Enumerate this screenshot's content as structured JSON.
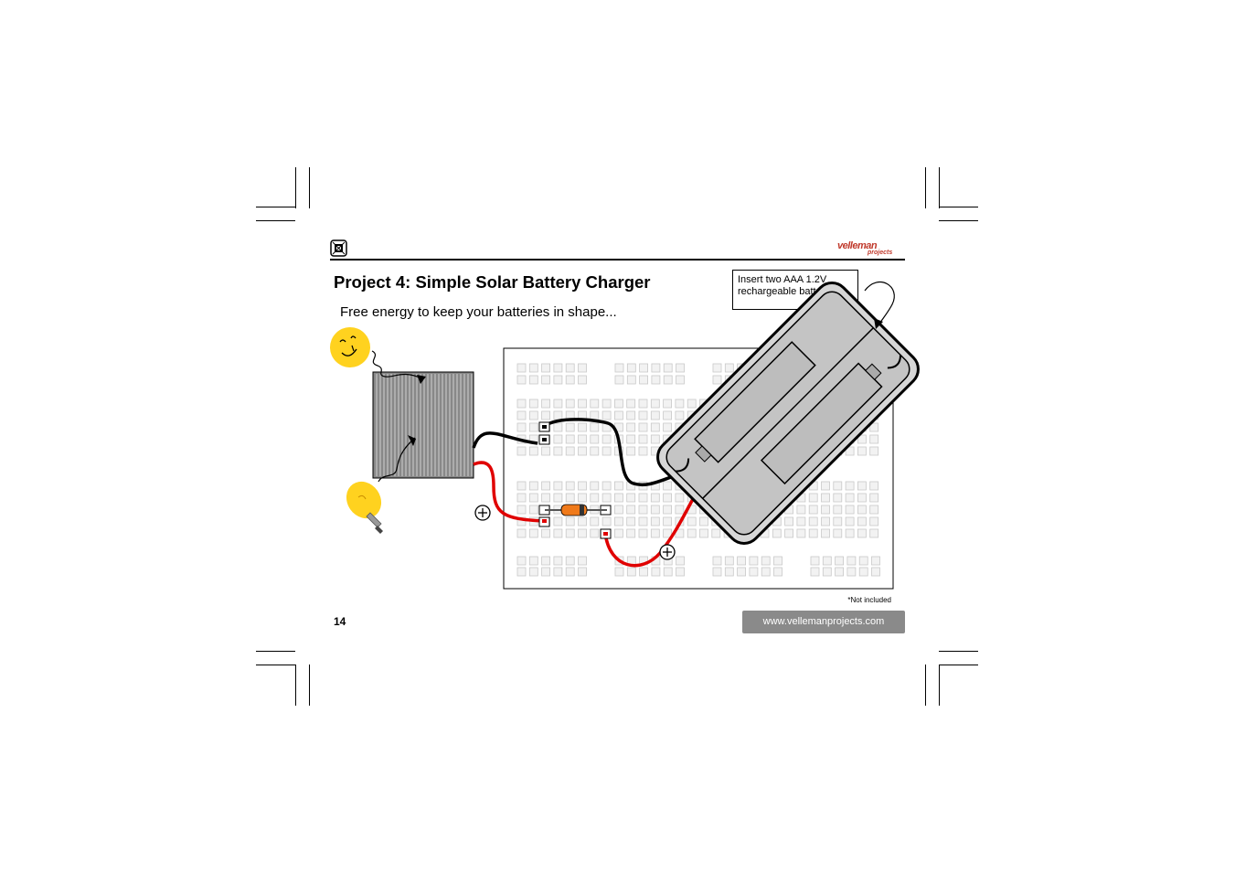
{
  "page": {
    "title": "Project 4: Simple Solar Battery Charger",
    "subtitle": "Free energy to keep your batteries in shape...",
    "page_number": "14",
    "footnote": "*Not included",
    "website": "www.vellemanprojects.com",
    "brand": "velleman",
    "brand_sub": "projects"
  },
  "callout": {
    "line1": "Insert two AAA 1.2V",
    "line2": "rechargeable batteries*"
  },
  "colors": {
    "wire_positive": "#e00000",
    "wire_negative": "#000000",
    "sun": "#ffd21f",
    "bulb": "#ffd21f",
    "diode": "#f07a1a",
    "battery_holder": "#d6d6d6",
    "breadboard_hole": "#c8c8c8",
    "url_bg": "#8a8a8a"
  },
  "icons": [
    "sun-icon",
    "lightbulb-icon",
    "plus-terminal-icon",
    "chip-icon",
    "velleman-logo"
  ]
}
